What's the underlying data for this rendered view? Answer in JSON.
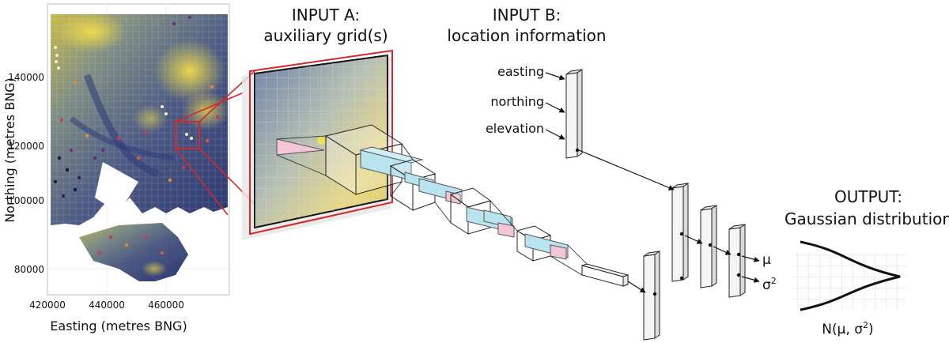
{
  "map": {
    "ylabel": "Northing (metres BNG)",
    "xlabel": "Easting (metres BNG)",
    "yticks": [
      "80000",
      "100000",
      "120000",
      "140000"
    ],
    "xticks": [
      "420000",
      "440000",
      "460000"
    ]
  },
  "input_a": {
    "line1": "INPUT A:",
    "line2": "auxiliary grid(s)"
  },
  "input_b": {
    "line1": "INPUT B:",
    "line2": "location information"
  },
  "location_inputs": [
    "easting",
    "northing",
    "elevation"
  ],
  "output": {
    "line1": "OUTPUT:",
    "line2": "Gaussian distribution",
    "mu": "μ",
    "sigma": "σ",
    "sigma_exp": "2",
    "formula_main": "N(μ, σ",
    "formula_exp": "2",
    "formula_end": ")"
  },
  "colors": {
    "highlight": "#d62728",
    "elevation_low": "#2c3e74",
    "elevation_high": "#f1dc4a",
    "conv_fill": "#b9e4ef",
    "pool_fill": "#f2c6d6"
  }
}
